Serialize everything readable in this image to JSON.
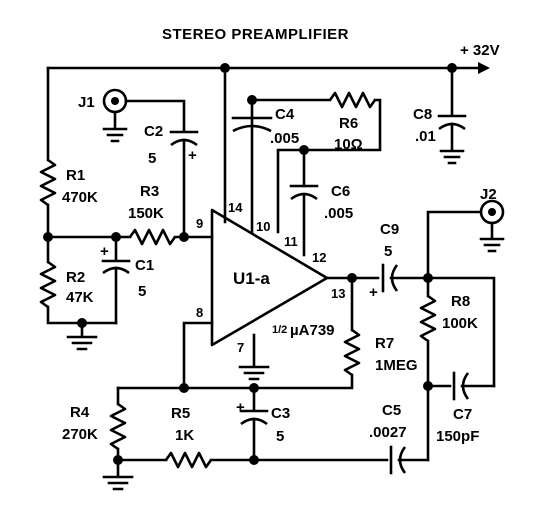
{
  "title": "STEREO PREAMPLIFIER",
  "supply": "+ 32V",
  "opamp": {
    "name": "U1-a",
    "part_prefix": "1/2",
    "part": "µA739"
  },
  "pins": {
    "p9": "9",
    "p14": "14",
    "p10": "10",
    "p11": "11",
    "p12": "12",
    "p13": "13",
    "p8": "8",
    "p7": "7"
  },
  "components": {
    "J1": {
      "ref": "J1"
    },
    "J2": {
      "ref": "J2"
    },
    "C2": {
      "ref": "C2",
      "value": "5"
    },
    "R1": {
      "ref": "R1",
      "value": "470K"
    },
    "R2": {
      "ref": "R2",
      "value": "47K"
    },
    "C1": {
      "ref": "C1",
      "value": "5"
    },
    "R3": {
      "ref": "R3",
      "value": "150K"
    },
    "C4": {
      "ref": "C4",
      "value": ".005"
    },
    "R6": {
      "ref": "R6",
      "value": "10Ω"
    },
    "C6": {
      "ref": "C6",
      "value": ".005"
    },
    "C8": {
      "ref": "C8",
      "value": ".01"
    },
    "C9": {
      "ref": "C9",
      "value": "5"
    },
    "R8": {
      "ref": "R8",
      "value": "100K"
    },
    "R7": {
      "ref": "R7",
      "value": "1MEG"
    },
    "C7": {
      "ref": "C7",
      "value": "150pF"
    },
    "C5": {
      "ref": "C5",
      "value": ".0027"
    },
    "R4": {
      "ref": "R4",
      "value": "270K"
    },
    "R5": {
      "ref": "R5",
      "value": "1K"
    },
    "C3": {
      "ref": "C3",
      "value": "5"
    }
  },
  "polarity": {
    "plus": "+"
  }
}
